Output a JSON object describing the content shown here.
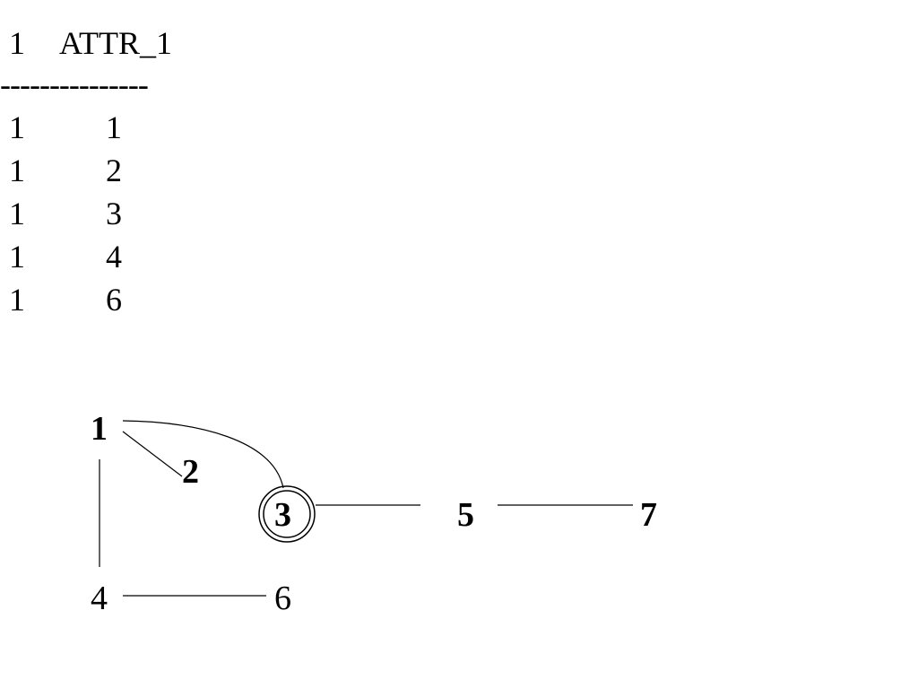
{
  "table": {
    "header": {
      "col_a": "1",
      "col_b": "ATTR_1"
    },
    "separator": "---------------",
    "rows": [
      {
        "col_a": "1",
        "col_b": "1"
      },
      {
        "col_a": "1",
        "col_b": "2"
      },
      {
        "col_a": "1",
        "col_b": "3"
      },
      {
        "col_a": "1",
        "col_b": "4"
      },
      {
        "col_a": "1",
        "col_b": "6"
      }
    ]
  },
  "graph": {
    "nodes": {
      "n1": "1",
      "n2": "2",
      "n3": "3",
      "n4": "4",
      "n5": "5",
      "n6": "6",
      "n7": "7"
    },
    "start_node": "3",
    "bold_nodes": [
      "1",
      "2",
      "3",
      "5",
      "7"
    ],
    "edges": [
      [
        "1",
        "2"
      ],
      [
        "1",
        "3"
      ],
      [
        "1",
        "4"
      ],
      [
        "3",
        "5"
      ],
      [
        "5",
        "7"
      ],
      [
        "4",
        "6"
      ]
    ]
  }
}
